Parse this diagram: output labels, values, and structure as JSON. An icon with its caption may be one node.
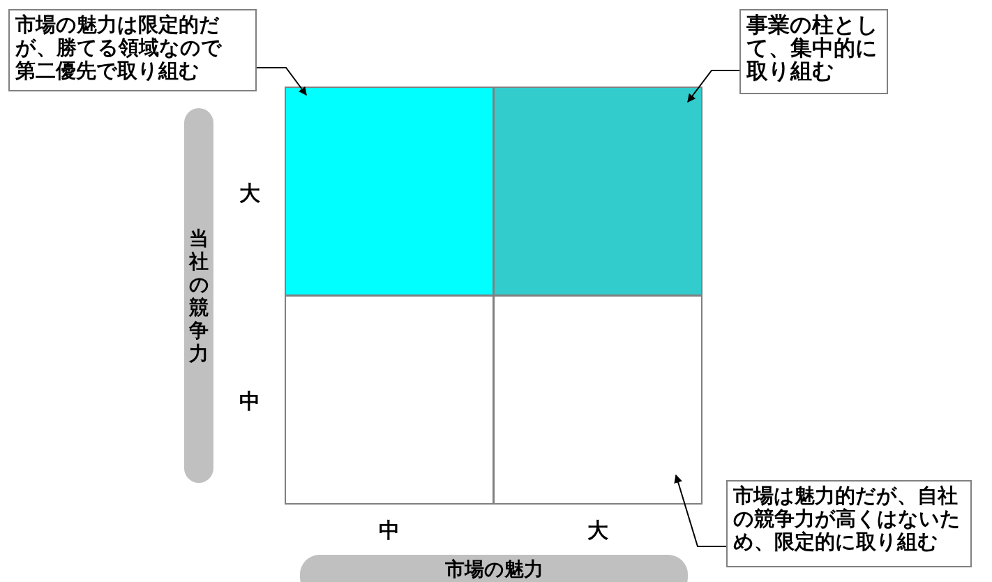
{
  "diagram": {
    "nodes": [
      {
        "text": [
          "市場の魅力は限定的だが、勝てる領域なので第二優先で取り組む"
        ]
      },
      {
        "text": [
          "事業の柱として、集中的に取り組む"
        ]
      },
      {
        "text": [
          "市場は魅力的だが、自社の競争力が高くはないため、限定的に取り組む"
        ]
      },
      {
        "text": [],
        "shape": "box"
      },
      {
        "text": [],
        "shape": "box"
      },
      {
        "text": [],
        "shape": "box"
      },
      {
        "text": [],
        "shape": "box"
      },
      {
        "text": [
          "当社の競争力"
        ]
      },
      {
        "text": [
          "市場の魅力"
        ]
      }
    ],
    "edges": [
      {
        "from": 0,
        "to": 3,
        "arrow": "to"
      },
      {
        "from": 1,
        "to": 4,
        "arrow": "to"
      },
      {
        "from": 2,
        "to": 6,
        "arrow": "to"
      }
    ],
    "labels": [
      "大",
      "中",
      "中",
      "大"
    ]
  }
}
